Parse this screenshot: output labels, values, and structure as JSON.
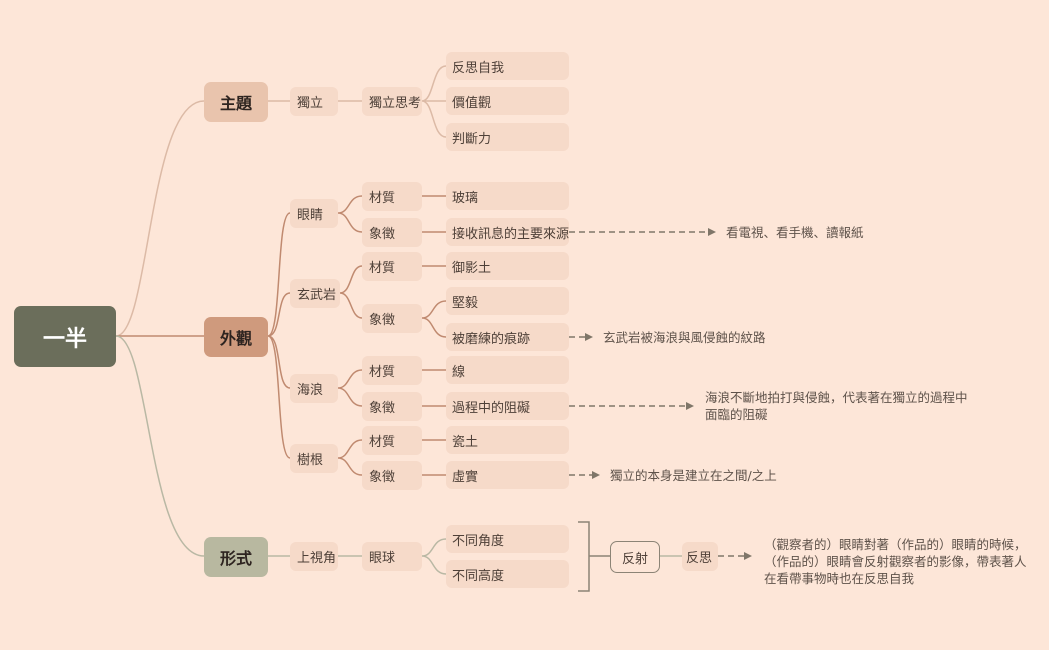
{
  "root": "一半",
  "branches": {
    "theme": {
      "label": "主題",
      "child": "獨立",
      "grandchild": "獨立思考",
      "leaves": [
        "反思自我",
        "價值觀",
        "判斷力"
      ]
    },
    "appearance": {
      "label": "外觀",
      "eyes": {
        "label": "眼睛",
        "material_label": "材質",
        "material": "玻璃",
        "symbol_label": "象徵",
        "symbol": "接收訊息的主要來源",
        "note": "看電視、看手機、讀報紙"
      },
      "basalt": {
        "label": "玄武岩",
        "material_label": "材質",
        "material": "御影土",
        "symbol_label": "象徵",
        "symbol_items": [
          "堅毅",
          "被磨練的痕跡"
        ],
        "note": "玄武岩被海浪與風侵蝕的紋路"
      },
      "waves": {
        "label": "海浪",
        "material_label": "材質",
        "material": "線",
        "symbol_label": "象徵",
        "symbol": "過程中的阻礙",
        "note_lines": [
          "海浪不斷地拍打與侵蝕，代表著在獨立的過程中",
          "面臨的阻礙"
        ]
      },
      "roots": {
        "label": "樹根",
        "material_label": "材質",
        "material": "瓷土",
        "symbol_label": "象徵",
        "symbol": "虛實",
        "note": "獨立的本身是建立在之間/之上"
      }
    },
    "form": {
      "label": "形式",
      "child": "上視角",
      "grandchild": "眼球",
      "leaves": [
        "不同角度",
        "不同高度"
      ],
      "boxed": "反射",
      "result": "反思",
      "note_lines": [
        "（觀察者的）眼睛對著（作品的）眼睛的時候，",
        "（作品的）眼睛會反射觀察者的影像，帶表著人",
        "在看帶事物時也在反思自我"
      ]
    }
  },
  "colors": {
    "background": "#fde6d8",
    "root": "#6b6e5b",
    "theme": "#e9c4ad",
    "appearance": "#cf9a7d",
    "form": "#b8b8a0",
    "sub_node": "#f6dac9"
  }
}
